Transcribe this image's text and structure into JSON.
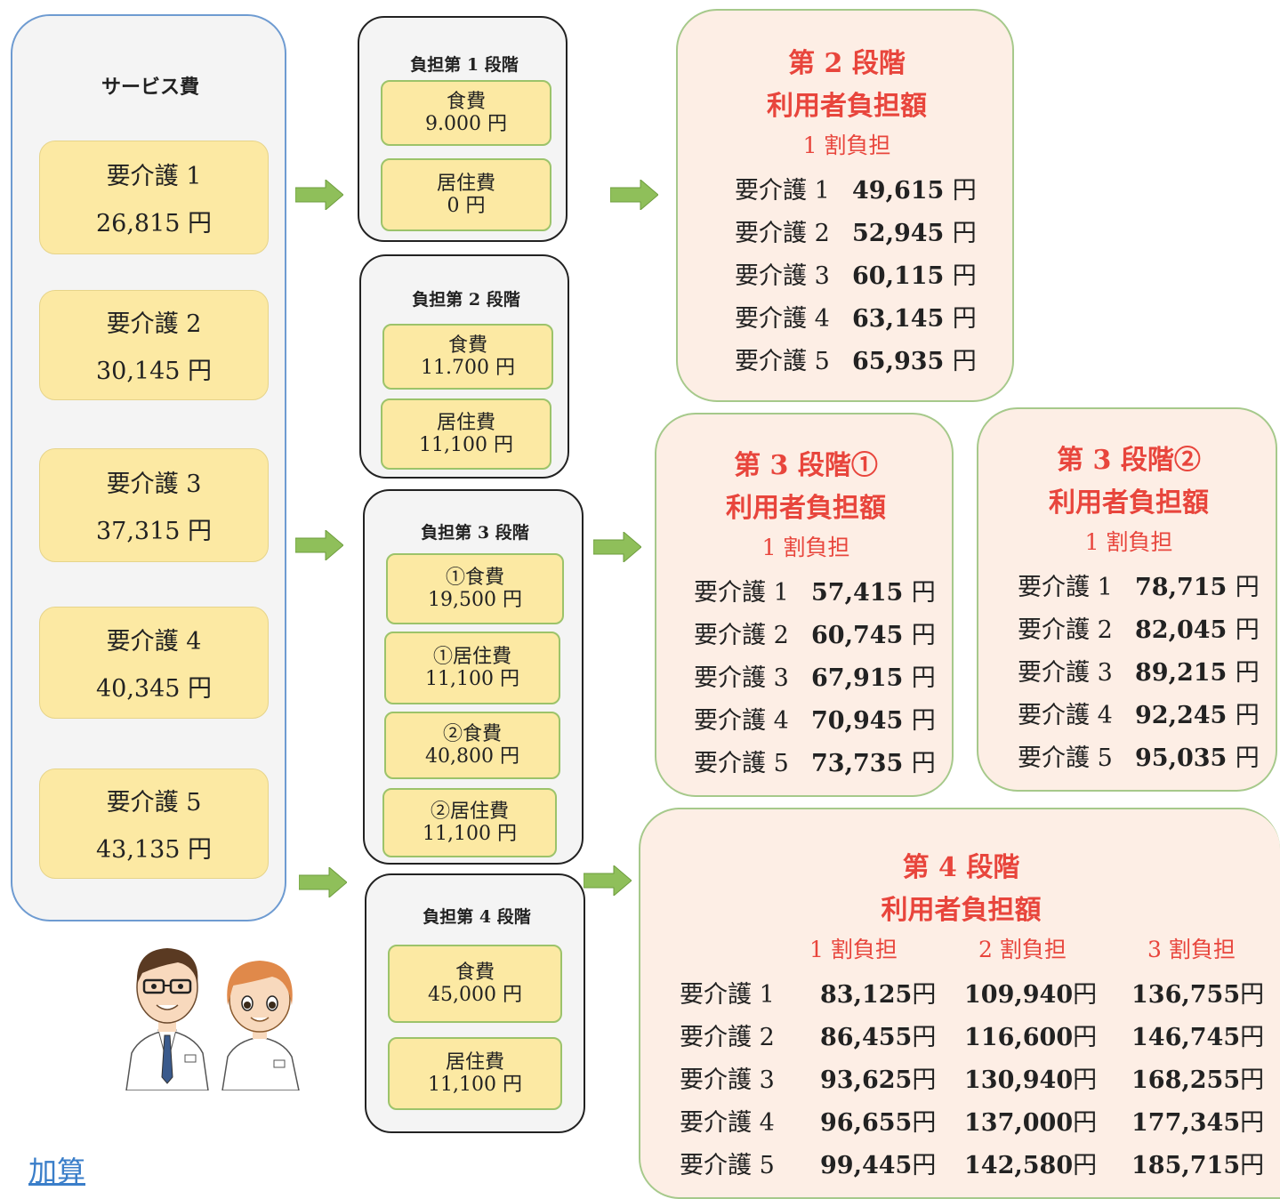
{
  "service": {
    "title": "サービス費",
    "items": [
      {
        "level": "要介護 1",
        "amount": "26,815 円"
      },
      {
        "level": "要介護 2",
        "amount": "30,145 円"
      },
      {
        "level": "要介護 3",
        "amount": "37,315 円"
      },
      {
        "level": "要介護 4",
        "amount": "40,345 円"
      },
      {
        "level": "要介護 5",
        "amount": "43,135 円"
      }
    ]
  },
  "stages": [
    {
      "title": "負担第 1 段階",
      "items": [
        {
          "label": "食費",
          "amount": "9.000 円"
        },
        {
          "label": "居住費",
          "amount": "0 円"
        }
      ]
    },
    {
      "title": "負担第 2 段階",
      "items": [
        {
          "label": "食費",
          "amount": "11.700 円"
        },
        {
          "label": "居住費",
          "amount": "11,100 円"
        }
      ]
    },
    {
      "title": "負担第 3 段階",
      "items": [
        {
          "label": "①食費",
          "amount": "19,500 円"
        },
        {
          "label": "①居住費",
          "amount": "11,100 円"
        },
        {
          "label": "②食費",
          "amount": "40,800 円"
        },
        {
          "label": "②居住費",
          "amount": "11,100 円"
        }
      ]
    },
    {
      "title": "負担第 4 段階",
      "items": [
        {
          "label": "食費",
          "amount": "45,000 円"
        },
        {
          "label": "居住費",
          "amount": "11,100 円"
        }
      ]
    }
  ],
  "results": {
    "stage2": {
      "title1": "第 2 段階",
      "title2": "利用者負担額",
      "sub": "1 割負担",
      "rows": [
        {
          "level": "要介護 1",
          "amount": "49,615"
        },
        {
          "level": "要介護 2",
          "amount": "52,945"
        },
        {
          "level": "要介護 3",
          "amount": "60,115"
        },
        {
          "level": "要介護 4",
          "amount": "63,145"
        },
        {
          "level": "要介護 5",
          "amount": "65,935"
        }
      ]
    },
    "stage3a": {
      "title1": "第 3 段階①",
      "title2": "利用者負担額",
      "sub": "1 割負担",
      "rows": [
        {
          "level": "要介護 1",
          "amount": "57,415"
        },
        {
          "level": "要介護 2",
          "amount": "60,745"
        },
        {
          "level": "要介護 3",
          "amount": "67,915"
        },
        {
          "level": "要介護 4",
          "amount": "70,945"
        },
        {
          "level": "要介護 5",
          "amount": "73,735"
        }
      ]
    },
    "stage3b": {
      "title1": "第 3 段階②",
      "title2": "利用者負担額",
      "sub": "1 割負担",
      "rows": [
        {
          "level": "要介護 1",
          "amount": "78,715"
        },
        {
          "level": "要介護 2",
          "amount": "82,045"
        },
        {
          "level": "要介護 3",
          "amount": "89,215"
        },
        {
          "level": "要介護 4",
          "amount": "92,245"
        },
        {
          "level": "要介護 5",
          "amount": "95,035"
        }
      ]
    },
    "stage4": {
      "title1": "第 4 段階",
      "title2": "利用者負担額",
      "headers": [
        "1 割負担",
        "2 割負担",
        "3 割負担"
      ],
      "rows": [
        {
          "level": "要介護 1",
          "v1": "83,125",
          "v2": "109,940",
          "v3": "136,755"
        },
        {
          "level": "要介護 2",
          "v1": "86,455",
          "v2": "116,600",
          "v3": "146,745"
        },
        {
          "level": "要介護 3",
          "v1": "93,625",
          "v2": "130,940",
          "v3": "168,255"
        },
        {
          "level": "要介護 4",
          "v1": "96,655",
          "v2": "137,000",
          "v3": "177,345"
        },
        {
          "level": "要介護 5",
          "v1": "99,445",
          "v2": "142,580",
          "v3": "185,715"
        }
      ]
    }
  },
  "yen": "円",
  "link_text": "加算",
  "colors": {
    "accent_red": "#e8453c",
    "arrow_green": "#8fbf5a",
    "box_yellow": "#fce9a3",
    "result_bg": "#fdeee5"
  }
}
